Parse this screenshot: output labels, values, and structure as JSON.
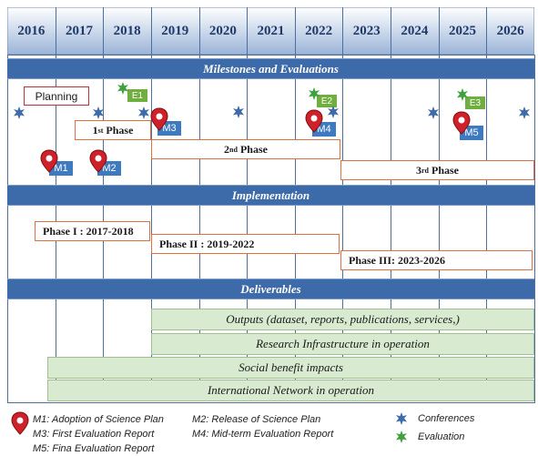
{
  "years": [
    "2016",
    "2017",
    "2018",
    "2019",
    "2020",
    "2021",
    "2022",
    "2023",
    "2024",
    "2025",
    "2026"
  ],
  "bands": {
    "milestones": "Milestones and Evaluations",
    "implementation": "Implementation",
    "deliverables": "Deliverables"
  },
  "milestones_section": {
    "planning_label": "Planning",
    "phase1": {
      "base": "1",
      "sup": "st",
      "word": " Phase"
    },
    "phase2": {
      "base": "2",
      "sup": "nd",
      "word": " Phase"
    },
    "phase3": {
      "base": "3",
      "sup": "rd",
      "word": " Phase"
    },
    "milestones": [
      "M1",
      "M2",
      "M3",
      "M4",
      "M5"
    ],
    "evaluations": [
      "E1",
      "E2",
      "E3"
    ]
  },
  "implementation_section": {
    "phase_i": "Phase I : 2017-2018",
    "phase_ii": "Phase II :  2019-2022",
    "phase_iii": "Phase III:  2023-2026"
  },
  "deliverables_section": {
    "outputs": "Outputs (dataset, reports, publications, services,)",
    "research_infra": "Research Infrastructure in operation",
    "social": "Social benefit impacts",
    "network": "International Network in operation"
  },
  "legend": {
    "m1": "M1: Adoption of Science Plan",
    "m2": "M2: Release of Science Plan",
    "m3": "M3: First Evaluation Report",
    "m4": "M4: Mid-term Evaluation Report",
    "m5": "M5: Fina Evaluation Report",
    "conferences": "Conferences",
    "evaluation": "Evaluation"
  },
  "colors": {
    "header_gradient_top": "#ffffff",
    "header_gradient_bottom": "#9ab4d8",
    "band": "#3d6aa8",
    "phase_border": "#e07040",
    "milestone_badge": "#3d7abf",
    "evaluation_badge": "#6fae3f",
    "deliverable_fill": "#d8ead0",
    "pin": "#d0202a",
    "conference_star": "#3d6aa8",
    "evaluation_star": "#3fa040"
  }
}
